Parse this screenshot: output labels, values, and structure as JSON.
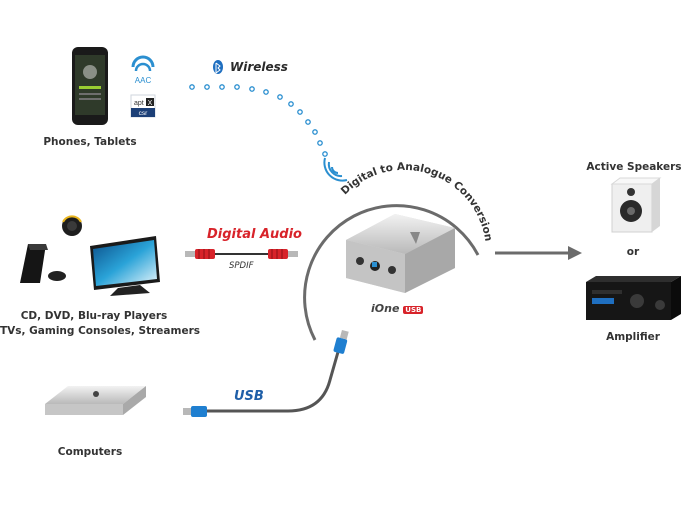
{
  "sources": {
    "phones": {
      "label": "Phones, Tablets"
    },
    "cd": {
      "line1": "CD, DVD, Blu-ray Players",
      "line2": "TVs, Gaming Consoles, Streamers"
    },
    "computers": {
      "label": "Computers"
    }
  },
  "badges": {
    "aac": "AAC",
    "aptx": "apt",
    "aptx_x": "X",
    "csr": "csr"
  },
  "connections": {
    "wireless": "Wireless",
    "digital": "Digital Audio",
    "spdif": "SPDIF",
    "usb": "USB"
  },
  "center": {
    "arc_text": "Digital to Analogue Conversion",
    "product": "iOne",
    "product_suffix": "USB"
  },
  "outputs": {
    "speakers": "Active Speakers",
    "or": "or",
    "amplifier": "Amplifier"
  },
  "colors": {
    "wireless_dots": "#2b8fd0",
    "cable_red": "#d8232a",
    "usb_blue": "#1f7fd0",
    "arrow_gray": "#6b6b6b"
  }
}
